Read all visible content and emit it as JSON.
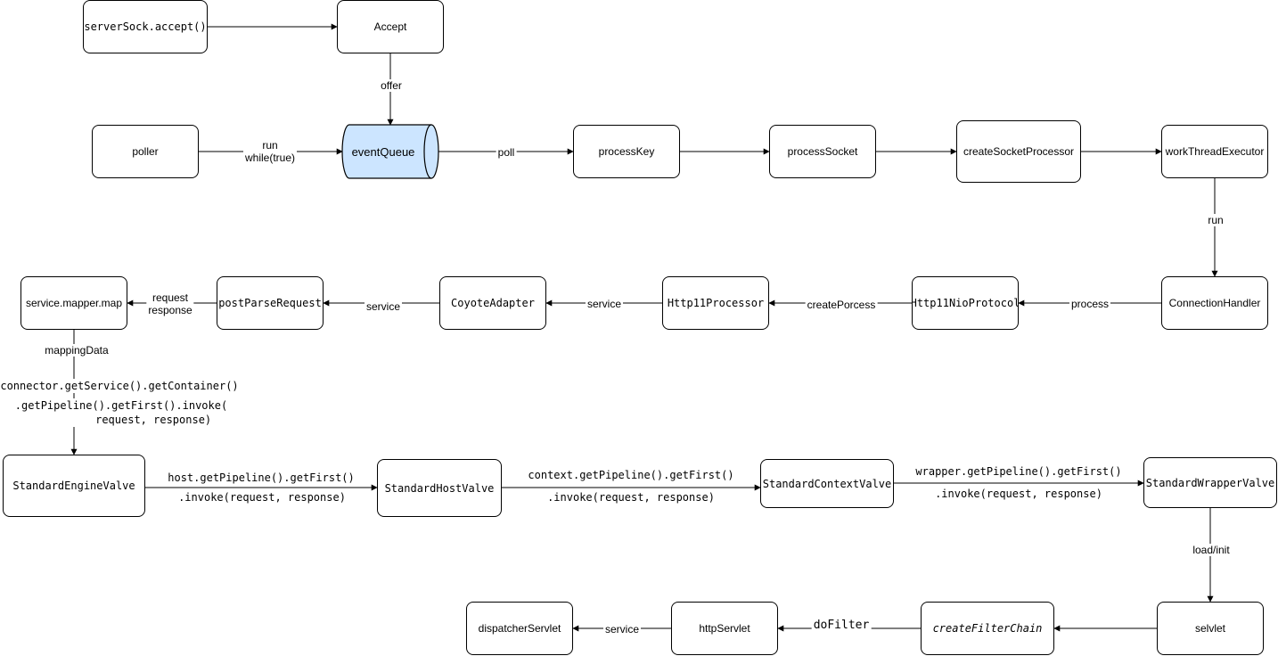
{
  "colors": {
    "queue_fill": "#cce5ff",
    "stroke": "#000000"
  },
  "nodes": {
    "server_sock_accept": "serverSock.accept()",
    "accept": "Accept",
    "poller": "poller",
    "event_queue": "eventQueue",
    "process_key": "processKey",
    "process_socket": "processSocket",
    "create_socket_processor": "createSocketProcessor",
    "work_thread_executor": "workThreadExecutor",
    "connection_handler": "ConnectionHandler",
    "http11_nio_protocol": "Http11NioProtocol",
    "http11_processor": "Http11Processor",
    "coyote_adapter": "CoyoteAdapter",
    "post_parse_request": "postParseRequest",
    "service_mapper_map": "service.mapper.map",
    "standard_engine_valve": "StandardEngineValve",
    "standard_host_valve": "StandardHostValve",
    "standard_context_valve": "StandardContextValve",
    "standard_wrapper_valve": "StandardWrapperValve",
    "selvlet": "selvlet",
    "create_filter_chain": "createFilterChain",
    "http_servlet": "httpServlet",
    "dispatcher_servlet": "dispatcherServlet"
  },
  "edge_labels": {
    "offer": "offer",
    "run_while": "run\nwhile(true)",
    "poll": "poll",
    "run": "run",
    "process": "process",
    "create_porcess": "createPorcess",
    "service_1": "service",
    "service_2": "service",
    "request_response": "request\nresponse",
    "mapping_data": "mappingData",
    "connector_line1": "connector.getService().getContainer()",
    "connector_line2": ".getPipeline().getFirst().invoke(\n          request, response)",
    "host_line1": "host.getPipeline().getFirst()",
    "host_line2": ".invoke(request, response)",
    "context_line1": "context.getPipeline().getFirst()",
    "context_line2": ".invoke(request, response)",
    "wrapper_line1": "wrapper.getPipeline().getFirst()",
    "wrapper_line2": ".invoke(request, response)",
    "load_init": "load/init",
    "do_filter": "doFilter",
    "service_3": "service"
  }
}
